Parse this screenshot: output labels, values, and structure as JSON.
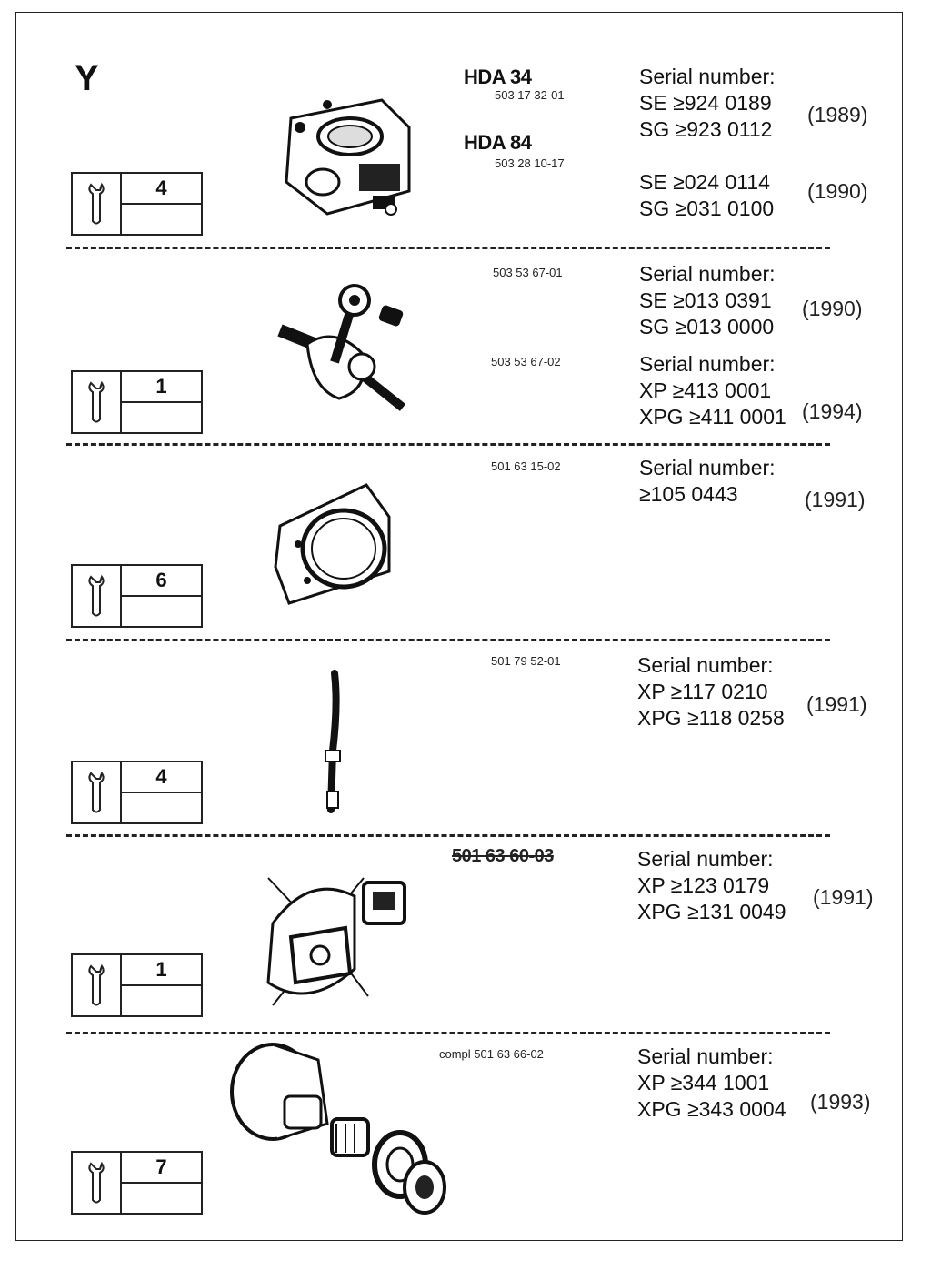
{
  "page_letter": "Y",
  "sections": [
    {
      "tool_count": "4",
      "models": [
        {
          "name": "HDA 34",
          "part": "503 17 32-01"
        },
        {
          "name": "HDA 84",
          "part": "503 28 10-17"
        }
      ],
      "serial_blocks": [
        {
          "lines": [
            "Serial number:",
            "SE ≥924 0189",
            "SG ≥923 0112"
          ],
          "year": "(1989)"
        },
        {
          "lines": [
            "SE ≥024 0114",
            "SG ≥031 0100"
          ],
          "year": "(1990)"
        }
      ],
      "illustration": "carburetor-icon"
    },
    {
      "tool_count": "1",
      "parts": [
        "503 53 67-01",
        "503 53 67-02"
      ],
      "serial_blocks": [
        {
          "lines": [
            "Serial number:",
            "SE ≥013 0391",
            "SG ≥013 0000"
          ],
          "year": "(1990)"
        },
        {
          "lines": [
            "Serial number:",
            "XP ≥413 0001",
            "XPG ≥411 0001"
          ],
          "year": "(1994)"
        }
      ],
      "illustration": "crankshaft-icon"
    },
    {
      "tool_count": "6",
      "parts": [
        "501 63 15-02"
      ],
      "serial_blocks": [
        {
          "lines": [
            "Serial number:",
            "≥105 0443"
          ],
          "year": "(1991)"
        }
      ],
      "illustration": "crankcase-plate-icon"
    },
    {
      "tool_count": "4",
      "parts": [
        "501 79 52-01"
      ],
      "serial_blocks": [
        {
          "lines": [
            "Serial number:",
            "XP ≥117 0210",
            "XPG ≥118 0258"
          ],
          "year": "(1991)"
        }
      ],
      "illustration": "fuel-hose-icon"
    },
    {
      "tool_count": "1",
      "parts": [
        "501 63 60-03"
      ],
      "serial_blocks": [
        {
          "lines": [
            "Serial number:",
            "XP ≥123 0179",
            "XPG ≥131 0049"
          ],
          "year": "(1991)"
        }
      ],
      "illustration": "clutch-icon"
    },
    {
      "tool_count": "7",
      "parts": [
        "compl 501 63 66-02"
      ],
      "serial_blocks": [
        {
          "lines": [
            "Serial number:",
            "XP ≥344 1001",
            "XPG ≥343 0004"
          ],
          "year": "(1993)"
        }
      ],
      "illustration": "clutch-drum-icon"
    }
  ]
}
